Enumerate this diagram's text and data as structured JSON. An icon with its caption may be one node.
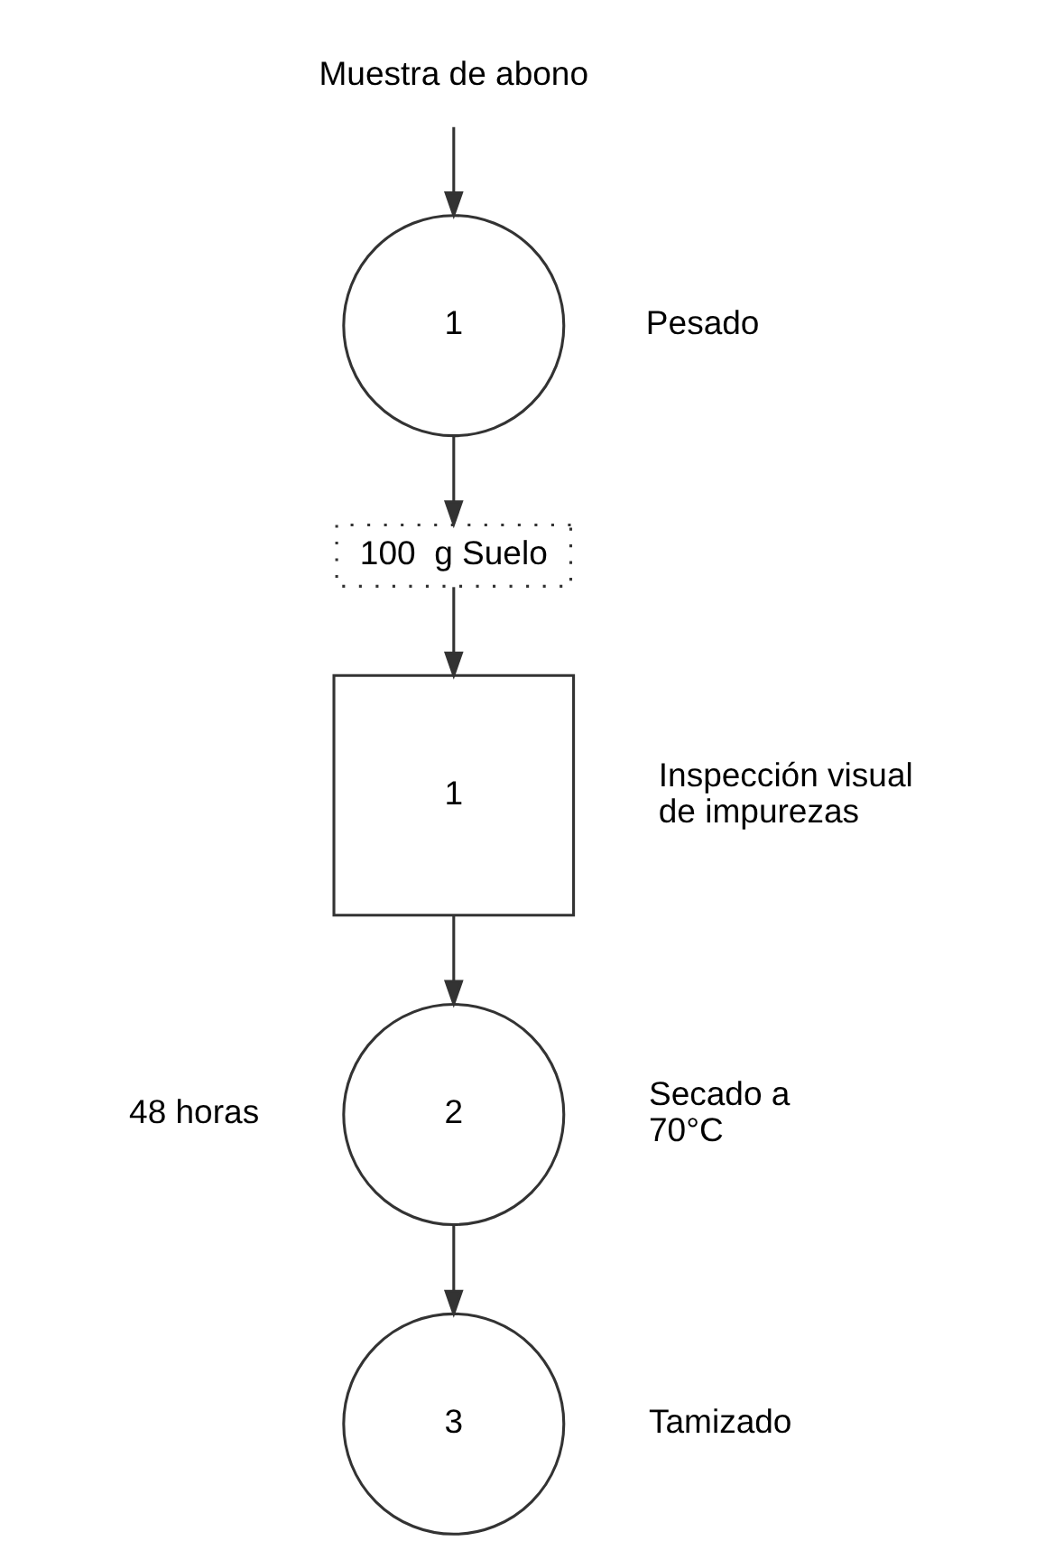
{
  "diagram": {
    "nodes": [
      {
        "text": [
          "Muestra de abono"
        ]
      },
      {
        "text": [
          "1"
        ],
        "beside": [
          "Pesado"
        ]
      },
      {
        "text": [
          "100  g Suelo"
        ]
      },
      {
        "text": [
          "1"
        ],
        "beside": [
          "Inspección visual de impurezas"
        ]
      },
      {
        "text": [
          "2"
        ],
        "beside": [
          "48 horas",
          "Secado a 70°C"
        ]
      },
      {
        "text": [
          "3"
        ],
        "beside": [
          "Tamizado"
        ]
      }
    ],
    "edges": [
      {
        "from": 0,
        "to": 1,
        "arrow": "to"
      },
      {
        "from": 1,
        "to": 2,
        "arrow": "to"
      },
      {
        "from": 2,
        "to": 3,
        "arrow": "to"
      },
      {
        "from": 3,
        "to": 4,
        "arrow": "to"
      },
      {
        "from": 4,
        "to": 5,
        "arrow": "to"
      }
    ]
  }
}
